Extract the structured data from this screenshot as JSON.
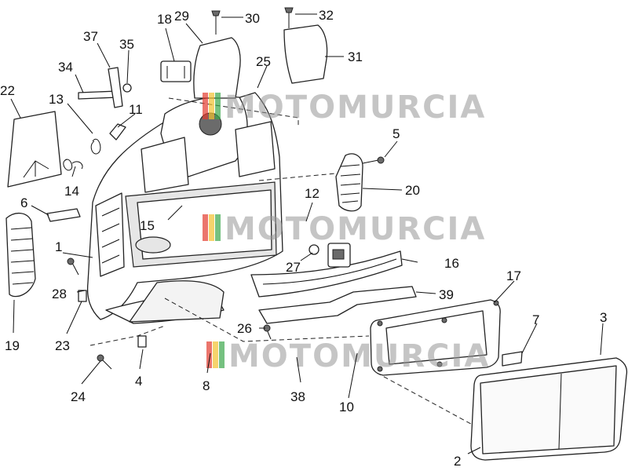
{
  "callouts": [
    {
      "id": "1",
      "label": "1"
    },
    {
      "id": "2",
      "label": "2"
    },
    {
      "id": "3",
      "label": "3"
    },
    {
      "id": "4",
      "label": "4"
    },
    {
      "id": "5",
      "label": "5"
    },
    {
      "id": "6",
      "label": "6"
    },
    {
      "id": "7",
      "label": "7"
    },
    {
      "id": "8",
      "label": "8"
    },
    {
      "id": "10",
      "label": "10"
    },
    {
      "id": "11",
      "label": "11"
    },
    {
      "id": "12",
      "label": "12"
    },
    {
      "id": "13",
      "label": "13"
    },
    {
      "id": "14",
      "label": "14"
    },
    {
      "id": "15",
      "label": "15"
    },
    {
      "id": "16",
      "label": "16"
    },
    {
      "id": "17",
      "label": "17"
    },
    {
      "id": "18",
      "label": "18"
    },
    {
      "id": "19",
      "label": "19"
    },
    {
      "id": "20",
      "label": "20"
    },
    {
      "id": "22",
      "label": "22"
    },
    {
      "id": "23",
      "label": "23"
    },
    {
      "id": "24",
      "label": "24"
    },
    {
      "id": "25",
      "label": "25"
    },
    {
      "id": "26",
      "label": "26"
    },
    {
      "id": "27",
      "label": "27"
    },
    {
      "id": "28",
      "label": "28"
    },
    {
      "id": "29",
      "label": "29"
    },
    {
      "id": "30",
      "label": "30"
    },
    {
      "id": "31",
      "label": "31"
    },
    {
      "id": "32",
      "label": "32"
    },
    {
      "id": "34",
      "label": "34"
    },
    {
      "id": "35",
      "label": "35"
    },
    {
      "id": "37",
      "label": "37"
    },
    {
      "id": "38",
      "label": "38"
    },
    {
      "id": "39",
      "label": "39"
    }
  ],
  "watermark": {
    "text": "MOTOMURCIA",
    "stripe_colors": [
      "#e23b2e",
      "#f2c12e",
      "#3aa64a"
    ]
  }
}
